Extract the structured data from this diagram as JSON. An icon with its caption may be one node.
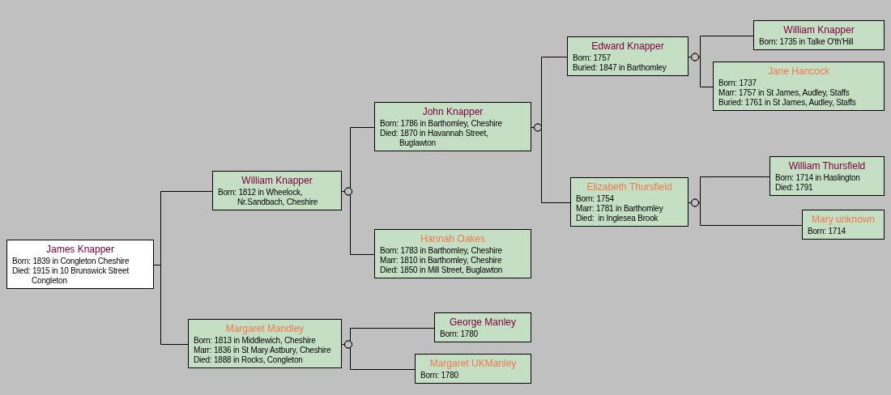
{
  "diagram": {
    "nodes": [
      {
        "text": [
          "James Knapper",
          "Born: 1839 in Congleton Cheshire",
          "Died: 1915 in 10 Brunswick Street Congleton"
        ]
      },
      {
        "text": [
          "William Knapper",
          "Born: 1812 in Wheelock, Nr.Sandbach, Cheshire"
        ]
      },
      {
        "text": [
          "Margaret Mandley",
          "Born: 1813 in Middlewich, Cheshire",
          "Marr: 1836 in St Mary Astbury, Cheshire",
          "Died: 1888 in Rocks, Congleton"
        ]
      },
      {
        "text": [
          "John Knapper",
          "Born: 1786 in Barthomley, Cheshire",
          "Died: 1870 in Havannah Street, Buglawton"
        ]
      },
      {
        "text": [
          "Hannah Oakes",
          "Born: 1783 in Barthomley, Cheshire",
          "Marr: 1810 in Barthomley, Cheshire",
          "Died: 1850 in Mill Street, Buglawton"
        ]
      },
      {
        "text": [
          "George Manley",
          "Born: 1780"
        ]
      },
      {
        "text": [
          "Margaret UKManley",
          "Born: 1780"
        ]
      },
      {
        "text": [
          "Edward Knapper",
          "Born: 1757",
          "Buried: 1847 in Barthomley"
        ]
      },
      {
        "text": [
          "Elizabeth Thursfield",
          "Born: 1754",
          "Marr: 1781 in Barthomley",
          "Died:  in Inglesea Brook"
        ]
      },
      {
        "text": [
          "William Knapper",
          "Born: 1735 in Talke O'th'Hill"
        ]
      },
      {
        "text": [
          "Jane Hancock",
          "Born: 1737",
          "Marr: 1757 in St James, Audley, Staffs",
          "Buried: 1761 in St James, Audley, Staffs"
        ]
      },
      {
        "text": [
          "William Thursfield",
          "Born: 1714 in Haslington",
          "Died: 1791"
        ]
      },
      {
        "text": [
          "Mary unknown",
          "Born: 1714"
        ]
      }
    ],
    "edges": [
      {
        "from": 0,
        "to": 1,
        "arrow": "none"
      },
      {
        "from": 0,
        "to": 2,
        "arrow": "none"
      },
      {
        "from": 1,
        "to": 3,
        "arrow": "other"
      },
      {
        "from": 1,
        "to": 4,
        "arrow": "other"
      },
      {
        "from": 2,
        "to": 5,
        "arrow": "other"
      },
      {
        "from": 2,
        "to": 6,
        "arrow": "other"
      },
      {
        "from": 3,
        "to": 7,
        "arrow": "other"
      },
      {
        "from": 3,
        "to": 8,
        "arrow": "other"
      },
      {
        "from": 7,
        "to": 9,
        "arrow": "other"
      },
      {
        "from": 7,
        "to": 10,
        "arrow": "other"
      },
      {
        "from": 8,
        "to": 11,
        "arrow": "other"
      },
      {
        "from": 8,
        "to": 12,
        "arrow": "other"
      }
    ]
  }
}
